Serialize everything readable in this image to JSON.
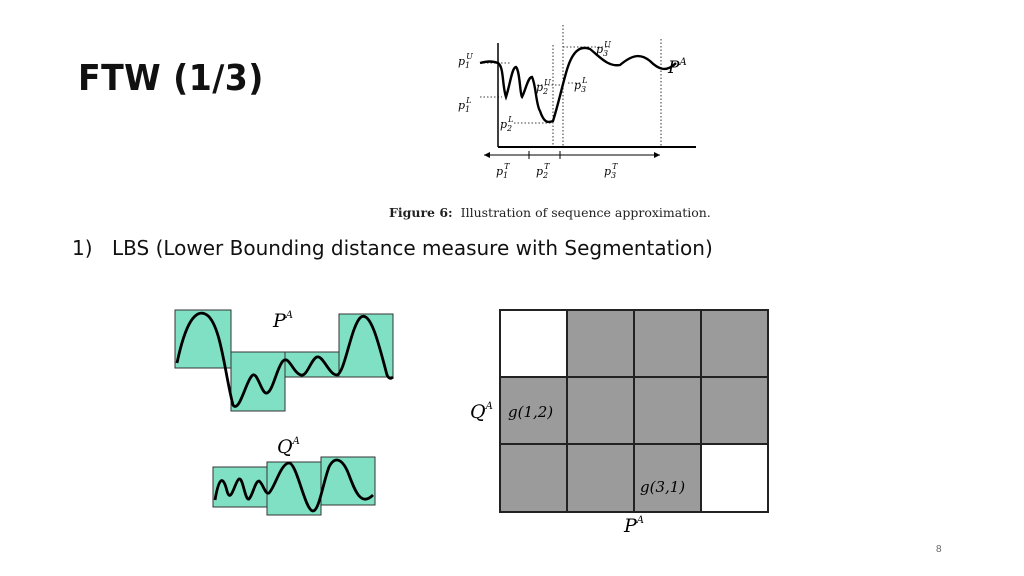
{
  "slide": {
    "title": "FTW (1/3)",
    "page_number": "8"
  },
  "bullet": {
    "number": "1)",
    "text": "LBS (Lower Bounding distance measure with Segmentation)"
  },
  "figure6": {
    "label": "Figure 6:",
    "caption": "Illustration of sequence approximation.",
    "series_label": "P",
    "series_sup": "A",
    "labels": [
      {
        "base": "p",
        "sub": "1",
        "sup": "U"
      },
      {
        "base": "p",
        "sub": "1",
        "sup": "L"
      },
      {
        "base": "p",
        "sub": "2",
        "sup": "L"
      },
      {
        "base": "p",
        "sub": "2",
        "sup": "U"
      },
      {
        "base": "p",
        "sub": "3",
        "sup": "L"
      },
      {
        "base": "p",
        "sub": "3",
        "sup": "U"
      },
      {
        "base": "p",
        "sub": "1",
        "sup": "T"
      },
      {
        "base": "p",
        "sub": "2",
        "sup": "T"
      },
      {
        "base": "p",
        "sub": "3",
        "sup": "T"
      }
    ]
  },
  "segments": {
    "p_label": "P",
    "p_sup": "A",
    "q_label": "Q",
    "q_sup": "A"
  },
  "grid": {
    "row_label": "Q",
    "row_sup": "A",
    "col_label": "P",
    "col_sup": "A",
    "cell_a": "g(1,2)",
    "cell_b": "g(3,1)",
    "colors": {
      "filled": "#9b9b9b",
      "empty": "#ffffff",
      "line": "#222222"
    }
  },
  "colors": {
    "segment_fill": "#7fe0c3"
  }
}
